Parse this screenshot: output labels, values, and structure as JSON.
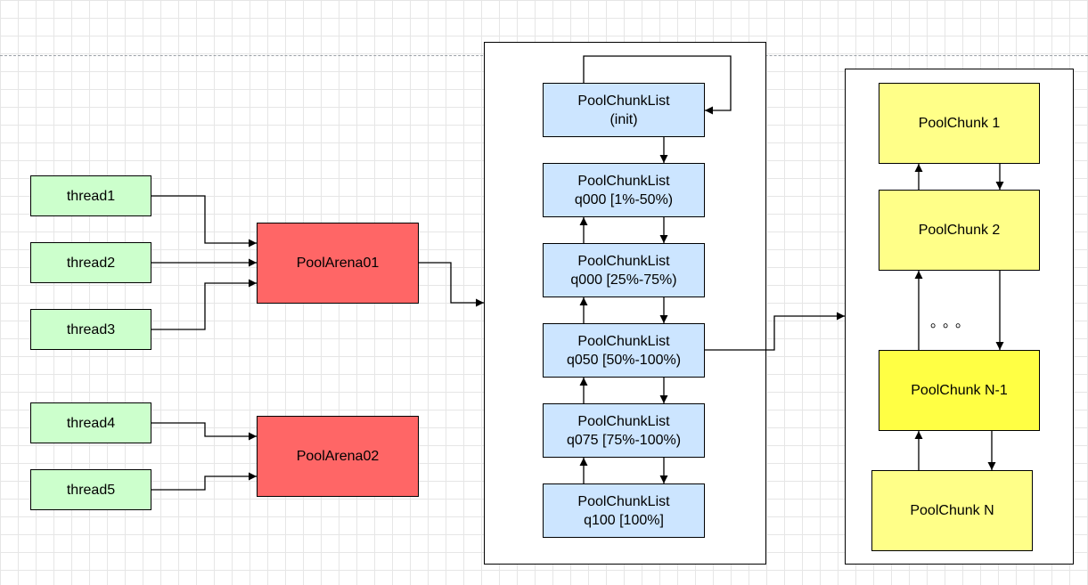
{
  "colors": {
    "thread_fill": "#ccffcc",
    "arena_fill": "#ff6666",
    "chunklist_fill": "#cce5ff",
    "chunk_fill": "#ffff88",
    "chunk_highlight_fill": "#ffff44"
  },
  "threads": [
    "thread1",
    "thread2",
    "thread3",
    "thread4",
    "thread5"
  ],
  "arenas": [
    "PoolArena01",
    "PoolArena02"
  ],
  "chunk_lists": [
    "PoolChunkList\n(init)",
    "PoolChunkList\nq000 [1%-50%)",
    "PoolChunkList\nq000 [25%-75%)",
    "PoolChunkList\nq050 [50%-100%)",
    "PoolChunkList\nq075 [75%-100%)",
    "PoolChunkList\nq100 [100%]"
  ],
  "chunks": [
    "PoolChunk 1",
    "PoolChunk 2",
    "PoolChunk N-1",
    "PoolChunk N"
  ],
  "ellipsis": "。。。"
}
